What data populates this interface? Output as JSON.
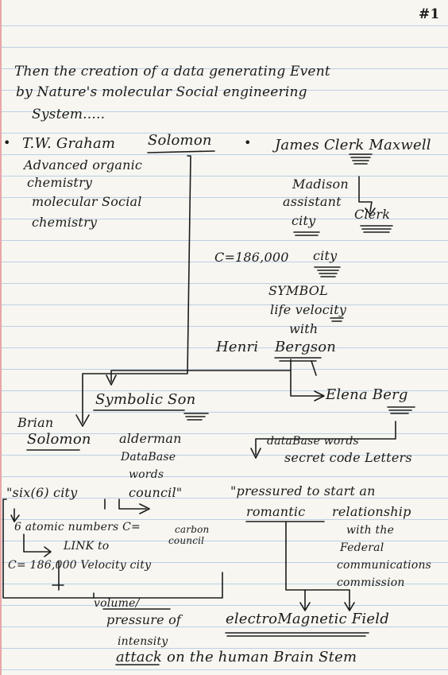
{
  "page_number": "#1",
  "intro": [
    "Then the creation of a data generating Event",
    "by Nature's molecular Social engineering",
    "System....."
  ],
  "left": {
    "bullet": "•",
    "name_prefix": "T.W. Graham",
    "name_surname": "Solomon",
    "notes": [
      "Advanced organic",
      "chemistry",
      "molecular Social",
      "chemistry"
    ]
  },
  "right": {
    "bullet": "•",
    "name": "James Clerk Maxwell",
    "madison": "Madison",
    "assistant": "assistant",
    "city": "city",
    "clerk": "Clerk",
    "c_speed": "C=186,000",
    "c_city": "city",
    "symbol": "SYMBOL",
    "life_velocity": "life velocity",
    "with": "with",
    "henri": "Henri",
    "bergson": "Bergson"
  },
  "symbolic_son": "Symbolic Son",
  "elena_berg": "Elena Berg",
  "brian": {
    "first": "Brian",
    "surname": "Solomon",
    "alderman": "alderman",
    "database": "DataBase",
    "words": "words",
    "six_city": "\"six(6) city",
    "council": "council\"",
    "atomic": "6 atomic numbers C=",
    "carbon": "carbon",
    "carbon_council": "council",
    "link_to": "LINK to",
    "velocity_line": "C= 186,000 Velocity city"
  },
  "database_words": "dataBase words",
  "secret_code": "secret code Letters",
  "pressured": [
    "\"pressured to start an",
    "romantic",
    "relationship",
    "with the",
    "Federal",
    "communications",
    "commission"
  ],
  "volume": [
    "volume/",
    "pressure of",
    "intensity"
  ],
  "electro_line": "electroMagnetic Field",
  "attack_line": "attack on the human Brain Stem",
  "colors": {
    "ink": "#1b1b1b",
    "rule": "#bcd0e4",
    "margin": "#e8a7a7",
    "paper": "#f7f6f1"
  }
}
